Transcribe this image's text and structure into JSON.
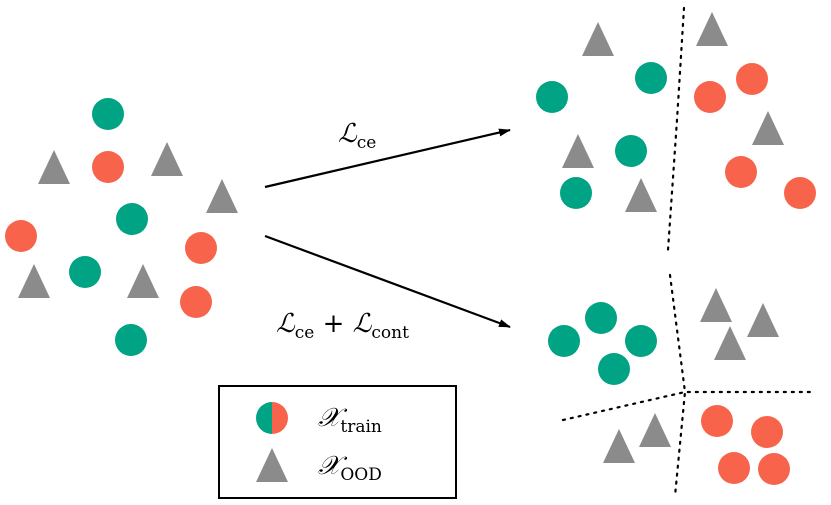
{
  "colors": {
    "train_a": "#00a383",
    "train_b": "#f8634c",
    "ood": "#8b8b8b",
    "ink": "#000000"
  },
  "icons": {
    "train": "half-teal-half-red-circle-icon",
    "ood": "grey-triangle-icon"
  },
  "arrows": {
    "top": {
      "main": "ℒ",
      "sub": "ce"
    },
    "bottom": {
      "main1": "ℒ",
      "sub1": "ce",
      "plus": " + ",
      "main2": "ℒ",
      "sub2": "cont"
    }
  },
  "legend": {
    "train": {
      "main": "𝒳",
      "sub": "train"
    },
    "ood": {
      "main": "𝒳",
      "sub": "OOD"
    }
  }
}
